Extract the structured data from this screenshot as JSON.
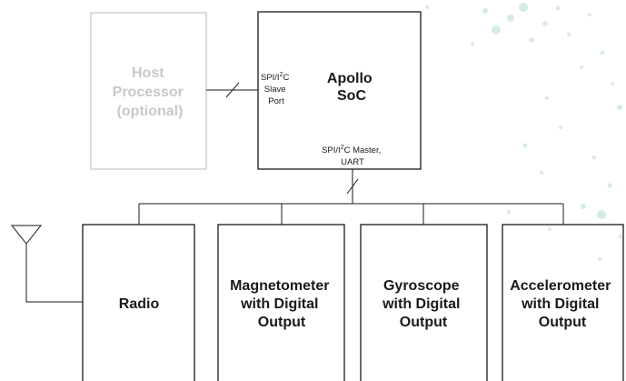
{
  "host": {
    "lines": [
      "Host",
      "Processor",
      "(optional)"
    ]
  },
  "soc": {
    "title_lines": [
      "Apollo",
      "SoC"
    ],
    "slave_port": {
      "line1_pre": "SPI/I",
      "sup": "2",
      "line1_post": "C",
      "line2": "Slave",
      "line3": "Port"
    },
    "master_port": {
      "line1_pre": "SPI/I",
      "sup": "2",
      "line1_post": "C Master,",
      "line2": "UART"
    }
  },
  "peripherals": [
    {
      "id": "radio",
      "lines": [
        "Radio"
      ]
    },
    {
      "id": "magnetometer",
      "lines": [
        "Magnetometer",
        "with Digital",
        "Output"
      ]
    },
    {
      "id": "gyroscope",
      "lines": [
        "Gyroscope",
        "with Digital",
        "Output"
      ]
    },
    {
      "id": "accelerometer",
      "lines": [
        "Accelerometer",
        "with Digital",
        "Output"
      ]
    }
  ],
  "colors": {
    "line": "#1a1a1a",
    "host_border": "#c8c8c8",
    "host_text": "#c8c8c8",
    "decor_dots": "#d5ebe9"
  }
}
